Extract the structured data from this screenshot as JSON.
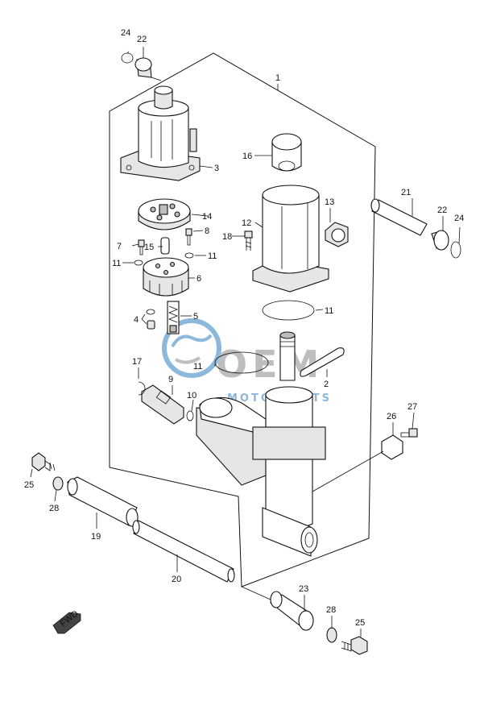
{
  "callouts": {
    "c1": "1",
    "c2": "2",
    "c3": "3",
    "c4": "4",
    "c5": "5",
    "c6": "6",
    "c7": "7",
    "c8": "8",
    "c9": "9",
    "c10": "10",
    "c11a": "11",
    "c11b": "11",
    "c11c": "11",
    "c11d": "11",
    "c12": "12",
    "c13": "13",
    "c14": "14",
    "c15": "15",
    "c16": "16",
    "c17": "17",
    "c18": "18",
    "c19": "19",
    "c20": "20",
    "c21": "21",
    "c22a": "22",
    "c22b": "22",
    "c23": "23",
    "c24a": "24",
    "c24b": "24",
    "c25a": "25",
    "c25b": "25",
    "c26": "26",
    "c27": "27",
    "c28a": "28",
    "c28b": "28"
  },
  "fwd_label": "FWD",
  "watermark": {
    "brand": "OEM",
    "sub": "MOTORPARTS"
  },
  "colors": {
    "line": "#111111",
    "watermark_blue": "#2f7fc1",
    "watermark_grey": "#8a8a8a"
  }
}
